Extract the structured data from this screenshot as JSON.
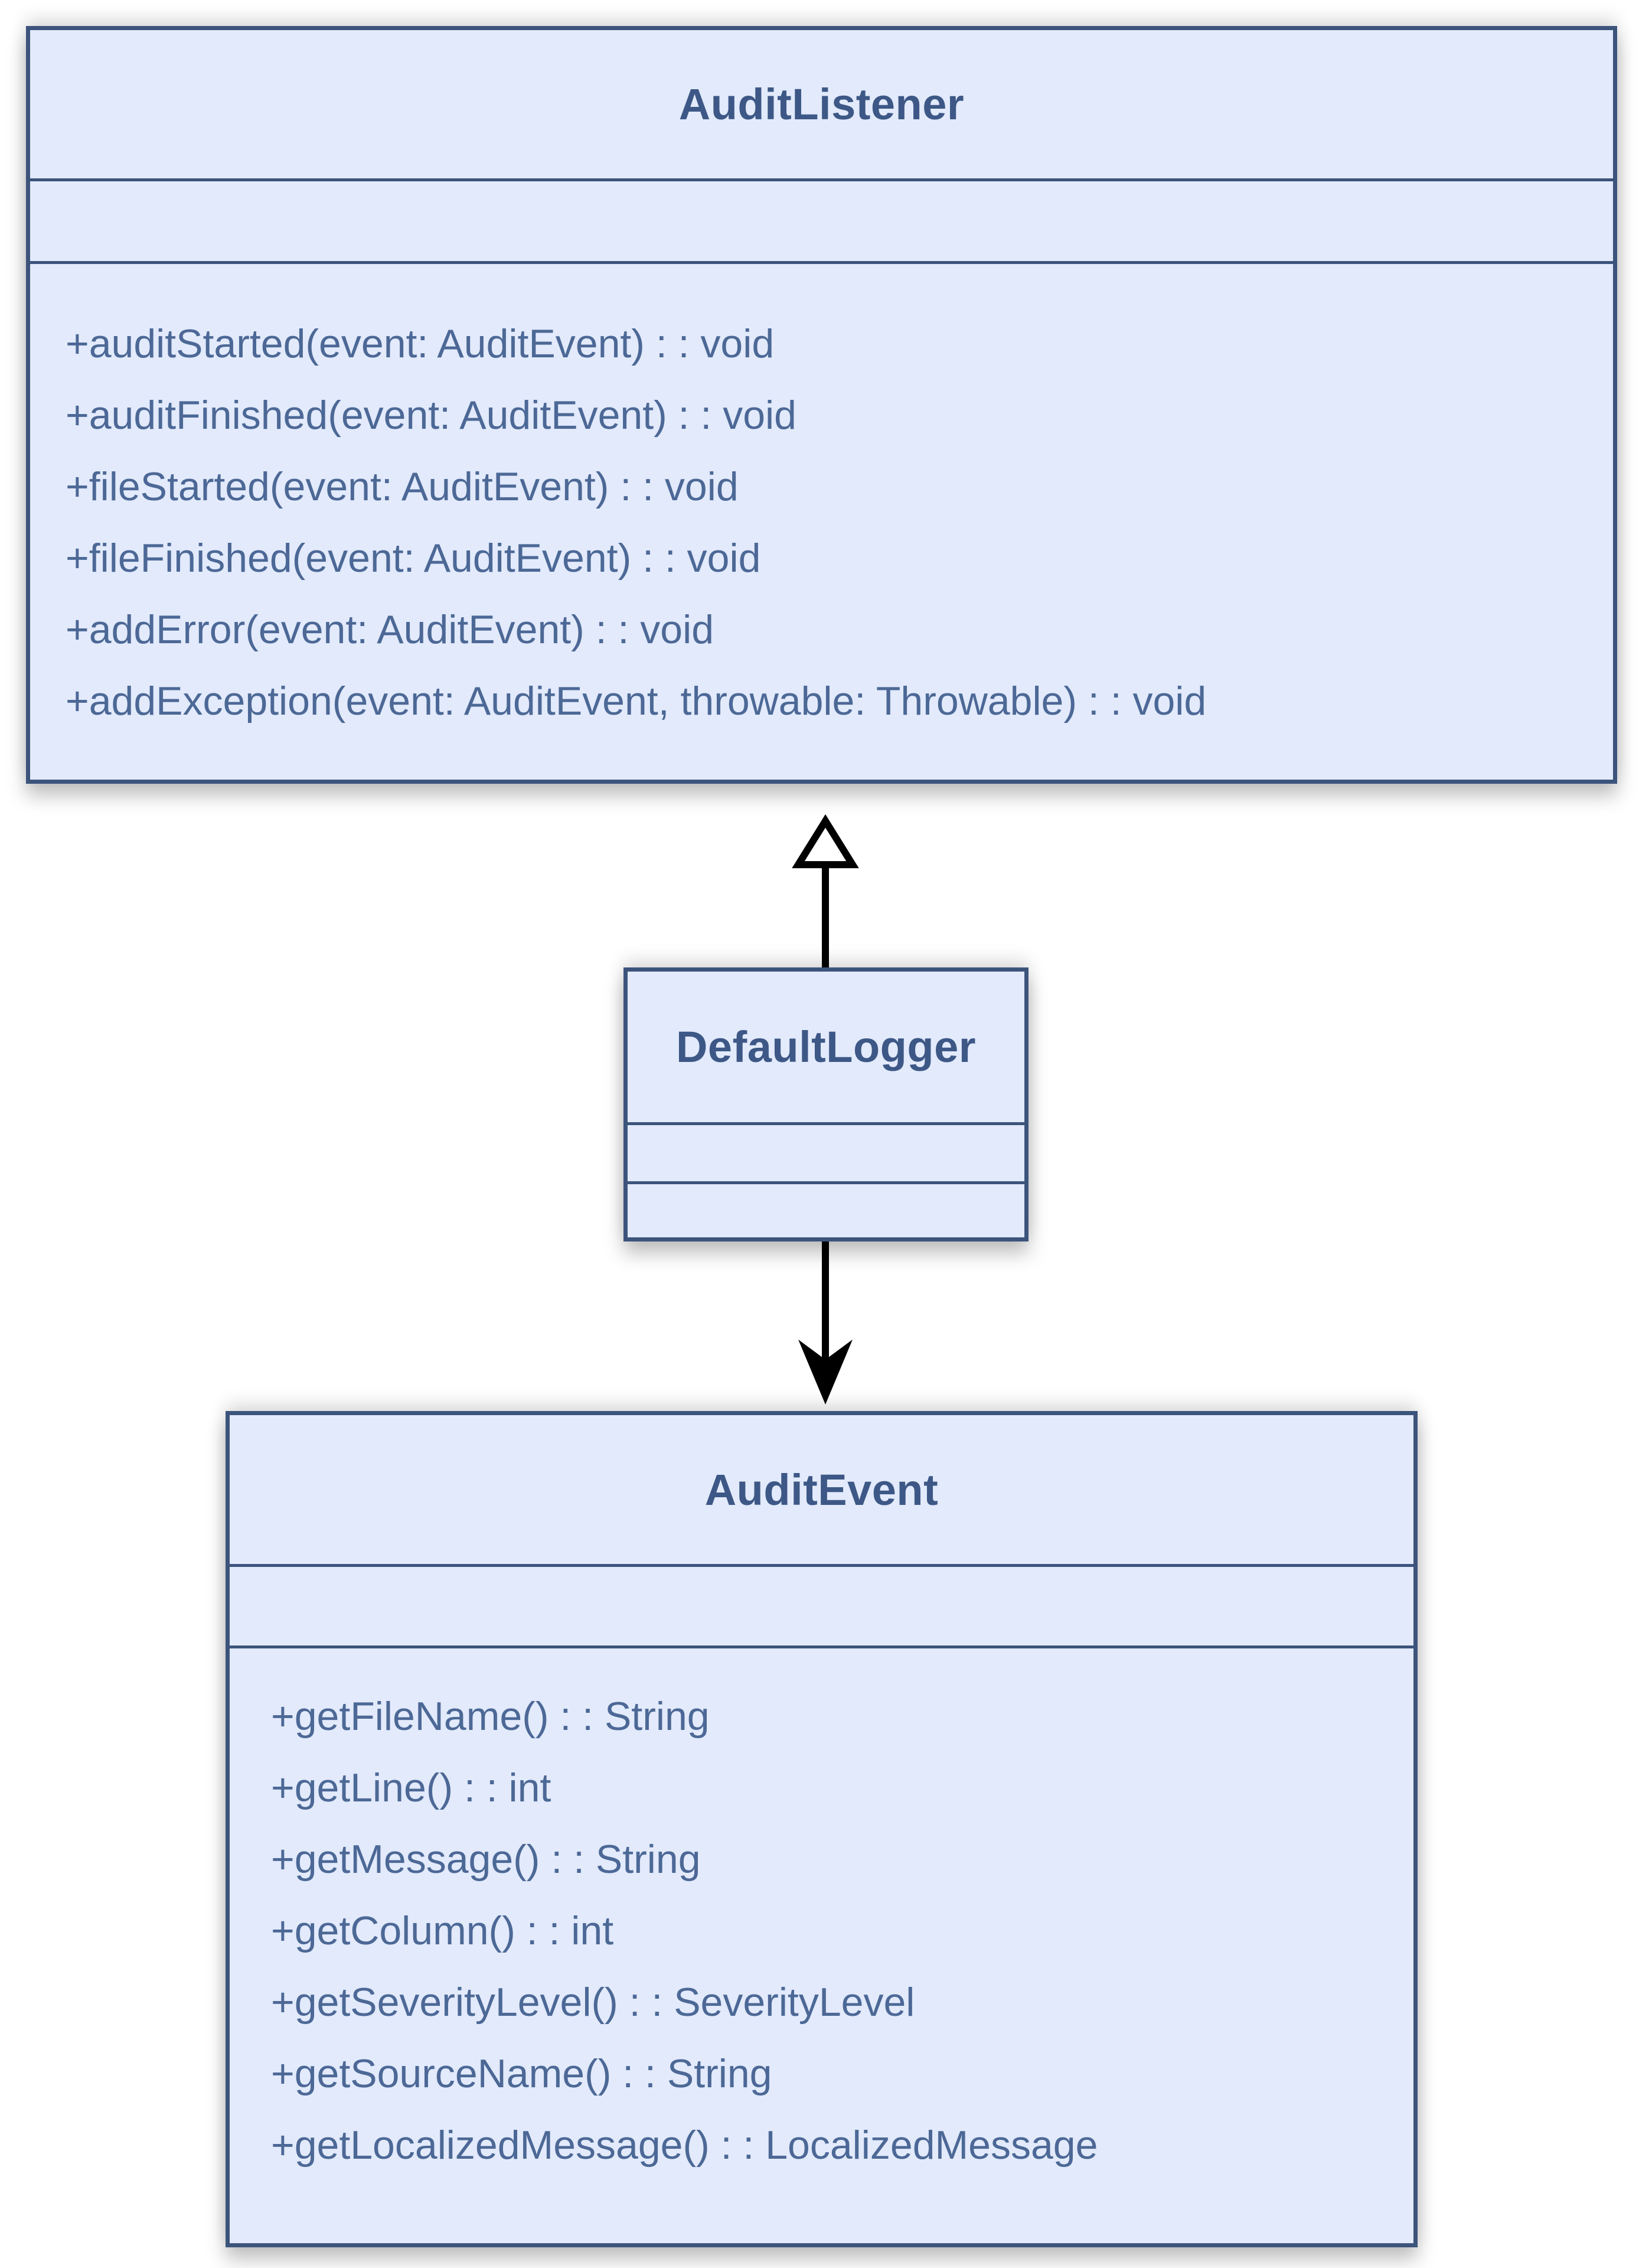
{
  "diagram": {
    "type": "uml-class-diagram",
    "classes": [
      {
        "name": "AuditListener",
        "attributes": [],
        "methods": [
          "+auditStarted(event: AuditEvent) : : void",
          "+auditFinished(event: AuditEvent) : : void",
          "+fileStarted(event: AuditEvent) : : void",
          "+fileFinished(event: AuditEvent) : : void",
          "+addError(event: AuditEvent) : : void",
          "+addException(event: AuditEvent, throwable: Throwable) : : void"
        ]
      },
      {
        "name": "DefaultLogger",
        "attributes": [],
        "methods": []
      },
      {
        "name": "AuditEvent",
        "attributes": [],
        "methods": [
          "+getFileName() : : String",
          "+getLine() : : int",
          "+getMessage() : : String",
          "+getColumn() : : int",
          "+getSeverityLevel() : : SeverityLevel",
          "+getSourceName() : : String",
          "+getLocalizedMessage() : : LocalizedMessage"
        ]
      }
    ],
    "relationships": [
      {
        "from": "DefaultLogger",
        "to": "AuditListener",
        "type": "generalization",
        "marker": "hollow-triangle-up"
      },
      {
        "from": "DefaultLogger",
        "to": "AuditEvent",
        "type": "directed-association",
        "marker": "open-dart-down"
      }
    ],
    "colors": {
      "box_fill": "#e2eafb",
      "box_border": "#3c547c",
      "title_text": "#3d5886",
      "method_text": "#4c6896",
      "connector": "#000000",
      "background": "#ffffff"
    }
  }
}
